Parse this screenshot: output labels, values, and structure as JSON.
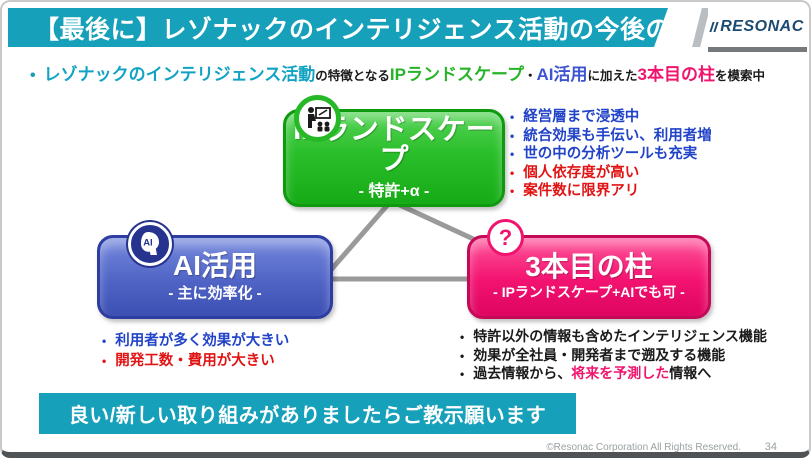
{
  "header": {
    "title": "【最後に】レゾナックのインテリジェンス活動の今後の想い",
    "logo_text": "RESONAC"
  },
  "intro": {
    "bullet": "•",
    "lead": "レゾナックのインテリジェンス活動",
    "glue1": "の特徴となる",
    "ip": "IPランドスケープ",
    "dot": "・",
    "ai": "AI活用",
    "glue2": "に加えた",
    "pillar": "3本目の柱",
    "tail": "を模索中"
  },
  "boxes": {
    "ip": {
      "title": "IPランドスケープ",
      "subtitle": "- 特許+α -",
      "icon": "presentation-icon",
      "color": "#22b422"
    },
    "ai": {
      "title": "AI活用",
      "subtitle": "- 主に効率化 -",
      "badge": "AI",
      "icon": "ai-head-icon",
      "color": "#4356b9"
    },
    "pillar": {
      "title": "3本目の柱",
      "subtitle": "- IPランドスケープ+AIでも可 -",
      "badge": "?",
      "icon": "question-icon",
      "color": "#f0146e"
    }
  },
  "notes": {
    "marker": "•",
    "ip": [
      {
        "text": "経営層まで浸透中",
        "tone": "blue"
      },
      {
        "text": "統合効果も手伝い、利用者増",
        "tone": "blue"
      },
      {
        "text": "世の中の分析ツールも充実",
        "tone": "blue"
      },
      {
        "text": "個人依存度が高い",
        "tone": "red"
      },
      {
        "text": "案件数に限界アリ",
        "tone": "red"
      }
    ],
    "ai": [
      {
        "text": "利用者が多く効果が大きい",
        "tone": "blue"
      },
      {
        "text": "開発工数・費用が大きい",
        "tone": "red"
      }
    ],
    "pillar": [
      {
        "text": "特許以外の情報も含めたインテリジェンス機能",
        "tone": "black"
      },
      {
        "text": "効果が全社員・開発者まで遡及する機能",
        "tone": "black"
      },
      {
        "pre": "過去情報から、",
        "highlight": "将来を予測した",
        "post": "情報へ",
        "tone": "black"
      }
    ]
  },
  "callout": {
    "text": "良い/新しい取り組みがありましたらご教示願います"
  },
  "footer": {
    "copyright": "©Resonac Corporation All Rights Reserved.",
    "page": "34"
  },
  "colors": {
    "accent_teal": "#16a0ba",
    "box_green": "#22b422",
    "box_blue": "#4356b9",
    "box_pink": "#f0146e",
    "note_blue": "#2143c8",
    "note_red": "#e01414",
    "triangle_gray": "#9a9a9a"
  }
}
